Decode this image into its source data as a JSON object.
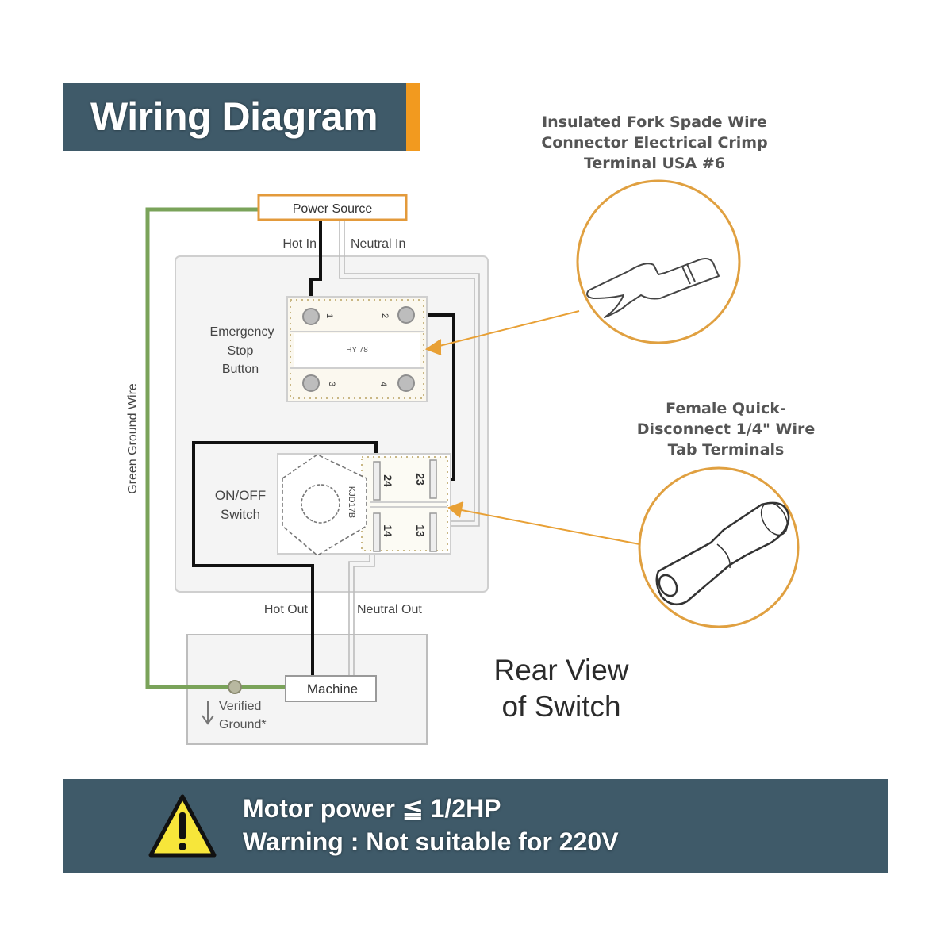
{
  "title": "Wiring Diagram",
  "colors": {
    "banner": "#3f5a69",
    "accent_orange": "#f29a1f",
    "ground_green": "#7aa35a",
    "hot_wire": "#111111",
    "neutral_wire": "#d9d9d9",
    "warning_yellow": "#f7e63a"
  },
  "callouts": {
    "fork_spade": {
      "lines": [
        "Insulated Fork Spade Wire",
        "Connector Electrical Crimp",
        "Terminal USA #6"
      ],
      "icon": "fork-spade-terminal-icon"
    },
    "quick_disconnect": {
      "lines": [
        "Female Quick-",
        "Disconnect  1/4\" Wire",
        "Tab Terminals"
      ],
      "icon": "female-quick-disconnect-icon"
    }
  },
  "diagram": {
    "power_source": "Power Source",
    "hot_in": "Hot In",
    "neutral_in": "Neutral In",
    "ground_wire": "Green Ground Wire",
    "estop_label": [
      "Emergency",
      "Stop",
      "Button"
    ],
    "estop_model": "HY 78",
    "estop_terminals": [
      "1",
      "2",
      "3",
      "4"
    ],
    "switch_label": [
      "ON/OFF",
      "Switch"
    ],
    "switch_model": "KJD17B",
    "switch_terminals": [
      "24",
      "23",
      "14",
      "13"
    ],
    "hot_out": "Hot Out",
    "neutral_out": "Neutral Out",
    "machine": "Machine",
    "verified_ground": [
      "Verified",
      "Ground*"
    ]
  },
  "rear_view": [
    "Rear View",
    "of Switch"
  ],
  "warning": {
    "icon": "warning-triangle-icon",
    "line1": "Motor power ≦ 1/2HP",
    "line2": "Warning : Not suitable for 220V"
  }
}
